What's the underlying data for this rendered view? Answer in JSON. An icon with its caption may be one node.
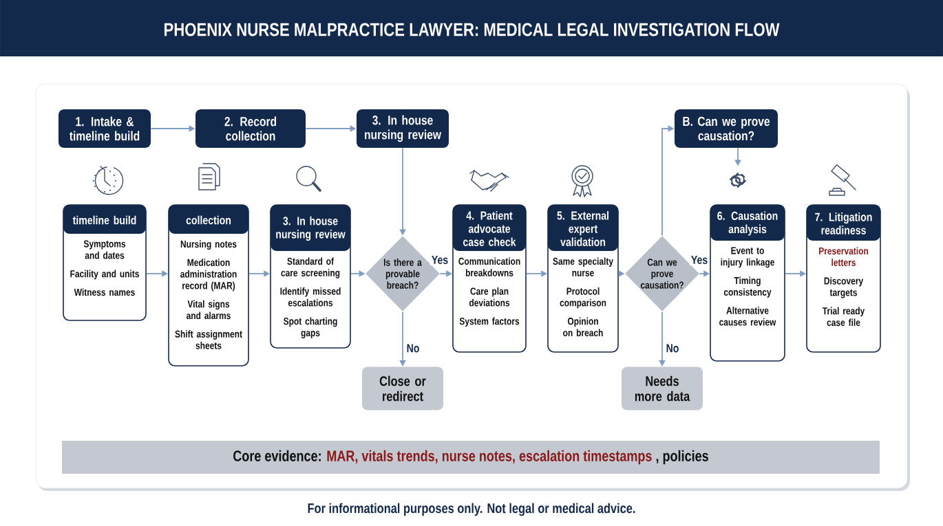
{
  "diagram": {
    "title": "PHOENIX NURSE MALPRACTICE LAWYER: MEDICAL LEGAL INVESTIGATION FLOW",
    "nodes": [
      {
        "text": [
          "1. Intake & timeline build"
        ]
      },
      {
        "text": [
          "2. Record collection"
        ]
      },
      {
        "text": [
          "3. In house nursing review"
        ]
      },
      {
        "text": [
          "B. Can we prove causation?"
        ]
      },
      {
        "text": [
          "timeline build",
          "Symptoms and dates",
          "Facility and units",
          "Witness names"
        ]
      },
      {
        "text": [
          "collection",
          "Nursing notes",
          "Medication administration record (MAR)",
          "Vital signs and alarms",
          "Shift assignment sheets"
        ]
      },
      {
        "text": [
          "3. In house nursing review",
          "Standard of care screening",
          "Identify missed escalations",
          "Spot charting gaps"
        ]
      },
      {
        "text": [
          "Is there a provable breach?"
        ]
      },
      {
        "text": [
          "4. Patient advocate case check",
          "Communication breakdowns",
          "Care plan deviations",
          "System factors"
        ]
      },
      {
        "text": [
          "5. External expert validation",
          "Same specialty nurse",
          "Protocol comparison",
          "Opinion on breach"
        ]
      },
      {
        "text": [
          "Can we prove causation?"
        ]
      },
      {
        "text": [
          "6. Causation analysis",
          "Event to injury linkage",
          "Timing consistency",
          "Alternative causes review"
        ]
      },
      {
        "text": [
          "7. Litigation readiness",
          "Preservation letters",
          "Discovery targets",
          "Trial ready case file"
        ]
      },
      {
        "text": [
          "Close or redirect"
        ]
      },
      {
        "text": [
          "Needs more data"
        ]
      },
      {
        "text": [],
        "shape": "picture"
      },
      {
        "text": [
          "Core evidence:",
          "MAR, vitals trends, nurse notes, escalation timestamps",
          ", policies"
        ]
      }
    ],
    "edges": [
      {
        "from": 0,
        "to": 1,
        "arrow": "to"
      },
      {
        "from": 1,
        "to": 2,
        "arrow": "to"
      },
      {
        "from": 2,
        "to": 7,
        "arrow": "to"
      },
      {
        "from": 4,
        "to": 5,
        "arrow": "to"
      },
      {
        "from": 5,
        "to": 6,
        "arrow": "to"
      },
      {
        "from": 6,
        "to": 7,
        "arrow": "to"
      },
      {
        "from": 7,
        "to": 8,
        "arrow": "to",
        "label": "Yes"
      },
      {
        "from": 7,
        "to": 13,
        "arrow": "to",
        "label": "No"
      },
      {
        "from": 8,
        "to": 9,
        "arrow": "to"
      },
      {
        "from": 9,
        "to": 10,
        "arrow": "to"
      },
      {
        "from": 10,
        "to": 3,
        "arrow": "to"
      },
      {
        "from": 3,
        "to": 15,
        "arrow": "to"
      },
      {
        "from": 10,
        "to": 11,
        "arrow": "to",
        "label": "Yes"
      },
      {
        "from": 10,
        "to": 14,
        "arrow": "to",
        "label": "No"
      },
      {
        "from": 11,
        "to": 12,
        "arrow": "to"
      }
    ],
    "labels": [
      "For informational purposes only. Not legal or medical advice."
    ]
  }
}
